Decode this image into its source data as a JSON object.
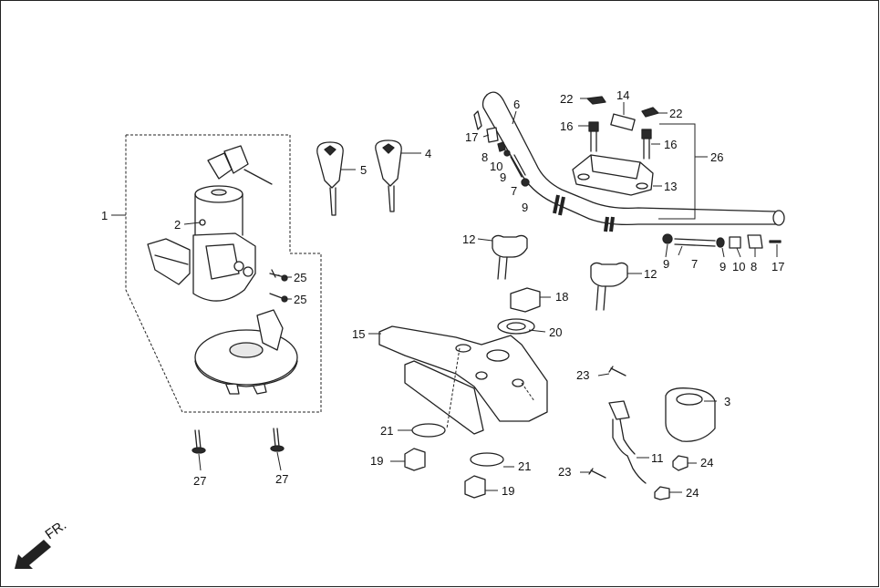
{
  "diagram": {
    "direction_label": "FR.",
    "callouts": [
      {
        "id": "c1",
        "text": "1"
      },
      {
        "id": "c2",
        "text": "2"
      },
      {
        "id": "c3",
        "text": "3"
      },
      {
        "id": "c4",
        "text": "4"
      },
      {
        "id": "c5",
        "text": "5"
      },
      {
        "id": "c6",
        "text": "6"
      },
      {
        "id": "c7a",
        "text": "7"
      },
      {
        "id": "c7b",
        "text": "7"
      },
      {
        "id": "c8a",
        "text": "8"
      },
      {
        "id": "c8b",
        "text": "8"
      },
      {
        "id": "c9a",
        "text": "9"
      },
      {
        "id": "c9b",
        "text": "9"
      },
      {
        "id": "c9c",
        "text": "9"
      },
      {
        "id": "c9d",
        "text": "9"
      },
      {
        "id": "c10a",
        "text": "10"
      },
      {
        "id": "c10b",
        "text": "10"
      },
      {
        "id": "c11",
        "text": "11"
      },
      {
        "id": "c12a",
        "text": "12"
      },
      {
        "id": "c12b",
        "text": "12"
      },
      {
        "id": "c13",
        "text": "13"
      },
      {
        "id": "c14",
        "text": "14"
      },
      {
        "id": "c15",
        "text": "15"
      },
      {
        "id": "c16a",
        "text": "16"
      },
      {
        "id": "c16b",
        "text": "16"
      },
      {
        "id": "c17a",
        "text": "17"
      },
      {
        "id": "c17b",
        "text": "17"
      },
      {
        "id": "c18",
        "text": "18"
      },
      {
        "id": "c19a",
        "text": "19"
      },
      {
        "id": "c19b",
        "text": "19"
      },
      {
        "id": "c20",
        "text": "20"
      },
      {
        "id": "c21a",
        "text": "21"
      },
      {
        "id": "c21b",
        "text": "21"
      },
      {
        "id": "c22a",
        "text": "22"
      },
      {
        "id": "c22b",
        "text": "22"
      },
      {
        "id": "c23a",
        "text": "23"
      },
      {
        "id": "c23b",
        "text": "23"
      },
      {
        "id": "c24a",
        "text": "24"
      },
      {
        "id": "c24b",
        "text": "24"
      },
      {
        "id": "c25a",
        "text": "25"
      },
      {
        "id": "c25b",
        "text": "25"
      },
      {
        "id": "c26",
        "text": "26"
      },
      {
        "id": "c27a",
        "text": "27"
      },
      {
        "id": "c27b",
        "text": "27"
      }
    ]
  }
}
